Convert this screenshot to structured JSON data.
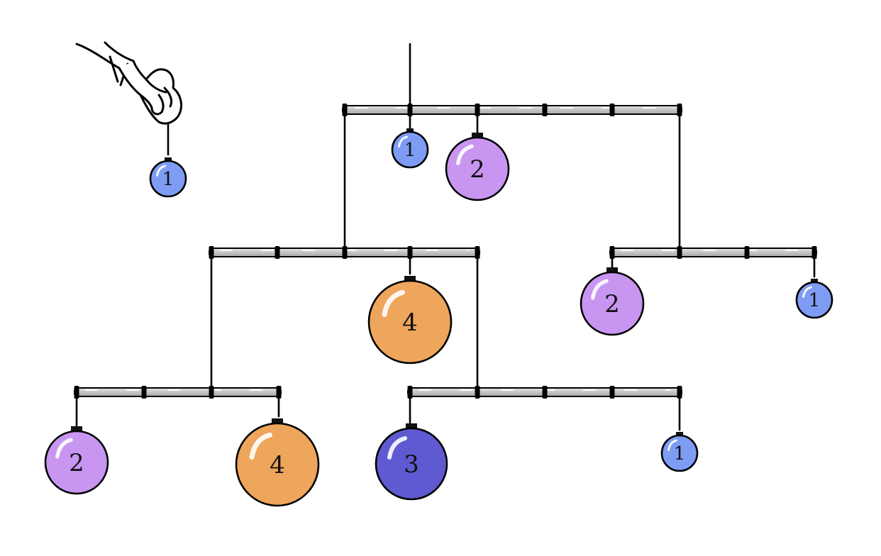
{
  "colors": {
    "weight_1": "#7e9cf4",
    "weight_2": "#c896f0",
    "weight_3": "#5f5ad2",
    "weight_4": "#eea55c",
    "bar_fill": "#c8c8c8",
    "ink": "#000000"
  },
  "held_ornament": {
    "weight": "1"
  },
  "mobile": {
    "top_bar": {
      "ornaments": [
        {
          "weight": "1"
        },
        {
          "weight": "2"
        }
      ]
    },
    "middle_left_bar": {
      "ornaments": [
        {
          "weight": "4"
        }
      ]
    },
    "middle_right_bar": {
      "ornaments": [
        {
          "weight": "2"
        },
        {
          "weight": "1"
        }
      ]
    },
    "bottom_left_bar": {
      "ornaments": [
        {
          "weight": "2"
        },
        {
          "weight": "4"
        }
      ]
    },
    "bottom_right_bar": {
      "ornaments": [
        {
          "weight": "3"
        },
        {
          "weight": "1"
        }
      ]
    }
  },
  "icons": {
    "hand": "hand-holding-icon"
  }
}
